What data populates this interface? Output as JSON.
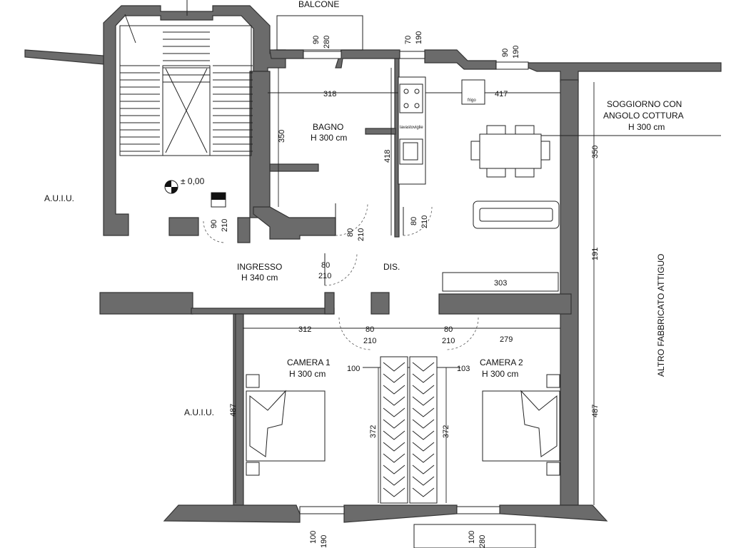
{
  "rooms": {
    "balcone": "BALCONE",
    "bagno": "BAGNO",
    "bagno_h": "H 300 cm",
    "soggiorno_1": "SOGGIORNO CON",
    "soggiorno_2": "ANGOLO COTTURA",
    "soggiorno_h": "H 300 cm",
    "ingresso": "INGRESSO",
    "ingresso_h": "H 340 cm",
    "dis": "DIS.",
    "camera1": "CAMERA 1",
    "camera1_h": "H 300 cm",
    "camera2": "CAMERA 2",
    "camera2_h": "H 300 cm",
    "auiu_top": "A.U.I.U.",
    "auiu_bottom": "A.U.I.U.",
    "altro": "ALTRO FABBRICATO ATTIGUO"
  },
  "level": "± 0,00",
  "fixtures": {
    "frigo": "frigo",
    "lavastoviglie": "lavastoviglie"
  },
  "dims": {
    "win_balcone_a": "90",
    "win_balcone_b": "280",
    "win_kitchen_a": "70",
    "win_kitchen_b": "190",
    "win_living_a": "90",
    "win_living_b": "190",
    "bagno_w": "318",
    "living_w": "417",
    "bagno_d": "350",
    "bagno_d2": "418",
    "living_d": "350",
    "mid_d": "191",
    "bottom_d": "487",
    "entry_door_a": "90",
    "entry_door_b": "210",
    "bath_door_a": "80",
    "bath_door_b": "210",
    "living_door_a": "80",
    "living_door_b": "210",
    "ingresso_door_a": "80",
    "ingresso_door_b": "210",
    "sofa_w": "303",
    "cam1_w": "312",
    "cam1_door_a": "80",
    "cam1_door_b": "210",
    "cam2_door_a": "80",
    "cam2_door_b": "210",
    "cam2_w": "279",
    "wardrobe1_w": "100",
    "wardrobe2_w": "103",
    "cam1_d": "487",
    "ward_d1": "372",
    "ward_d2": "372",
    "win_cam1_a": "100",
    "win_cam1_b": "190",
    "win_cam2_a": "100",
    "win_cam2_b": "280"
  }
}
